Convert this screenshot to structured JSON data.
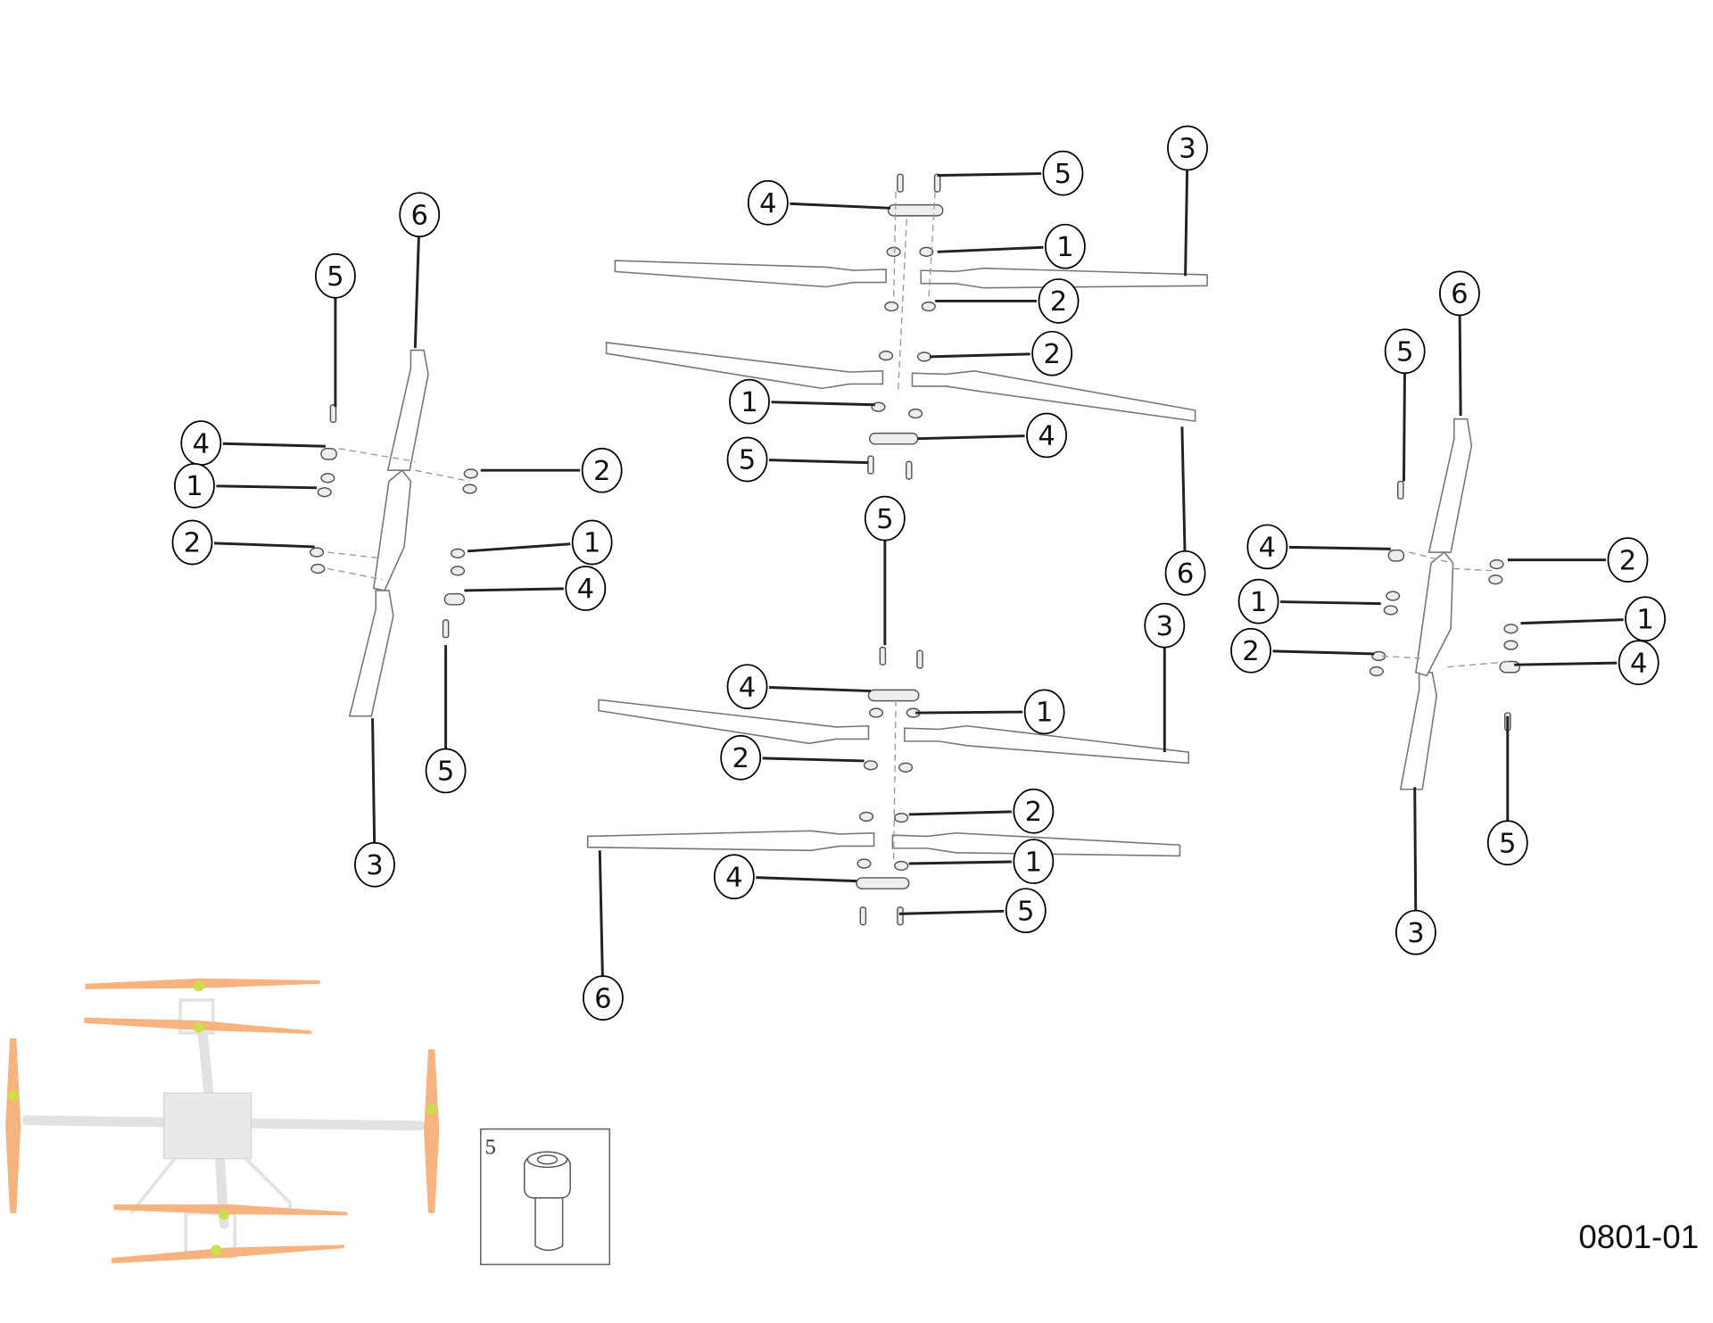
{
  "figure_code": "0801-01",
  "inset": {
    "label": "5",
    "part": "screw"
  },
  "callouts": [
    "6",
    "5",
    "4",
    "1",
    "2",
    "2",
    "1",
    "4",
    "5",
    "3",
    "5",
    "4",
    "1",
    "3",
    "2",
    "2",
    "1",
    "4",
    "5",
    "6",
    "5",
    "4",
    "1",
    "3",
    "2",
    "2",
    "1",
    "4",
    "5",
    "6",
    "6",
    "5",
    "4",
    "1",
    "2",
    "2",
    "1",
    "4",
    "5",
    "3"
  ],
  "colors": {
    "line": "#222222",
    "blade_inset": "#f5a66a",
    "hub_inset": "#c8d630"
  }
}
